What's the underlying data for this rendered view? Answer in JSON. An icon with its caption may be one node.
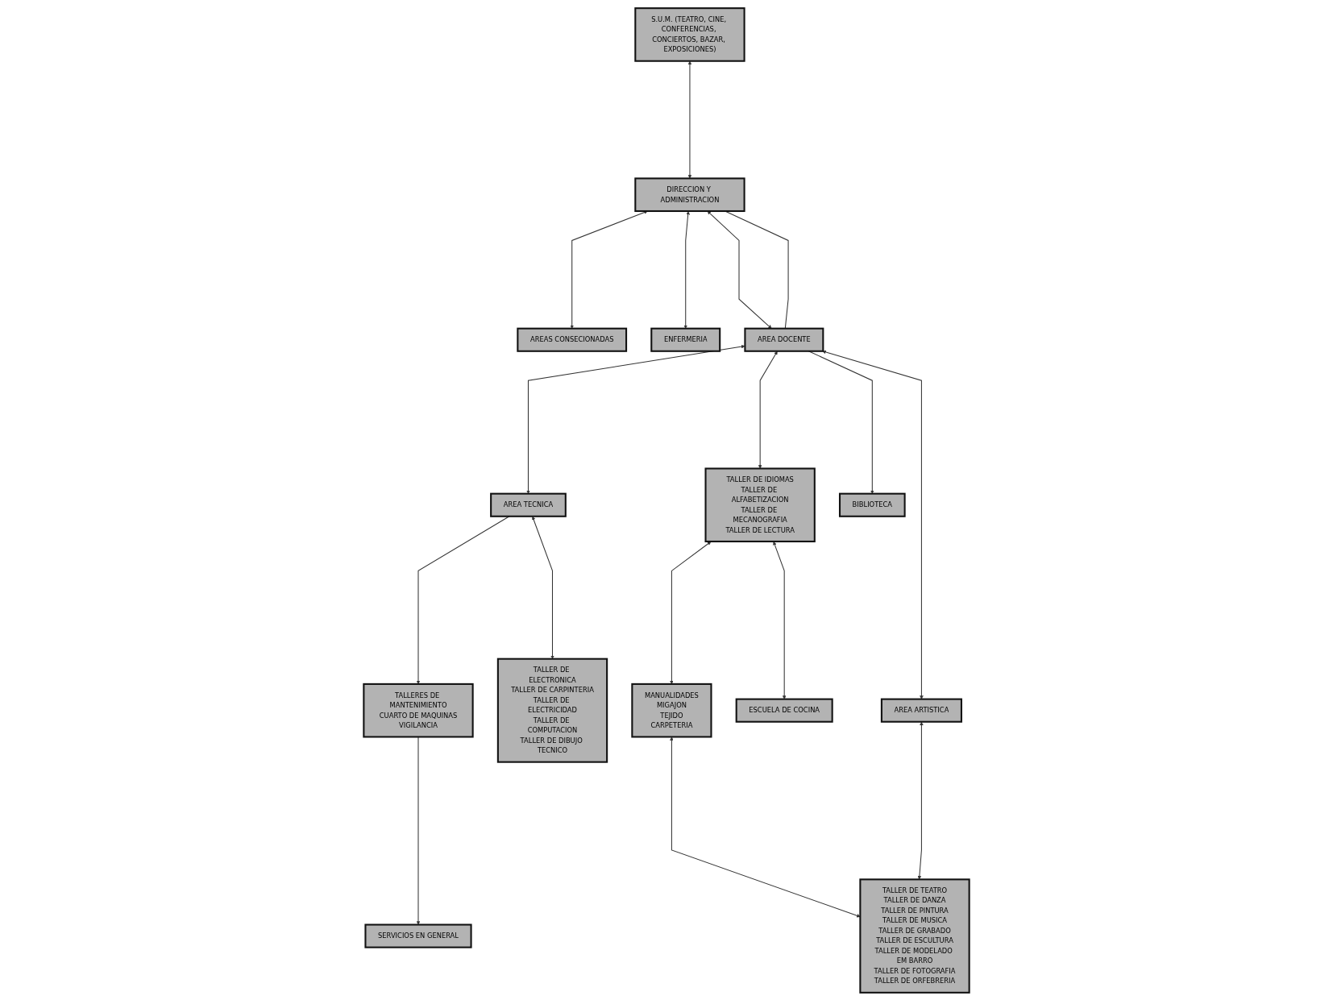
{
  "diagram": {
    "nodes": [
      {
        "text": [
          "S.U.M. (TEATRO, CINE, CONFERENCIAS, CONCIERTOS, BAZAR, EXPOSICIONES)"
        ]
      },
      {
        "text": [
          "DIRECCION Y ADMINISTRACION"
        ]
      },
      {
        "text": [
          "AREAS CONSECIONADAS"
        ]
      },
      {
        "text": [
          "ENFERMERIA"
        ]
      },
      {
        "text": [
          "AREA TECNICA"
        ]
      },
      {
        "text": [
          "AREA DOCENTE"
        ]
      },
      {
        "text": [
          "AREA ARTISTICA"
        ]
      },
      {
        "text": [
          "TALLER DE ELECTRONICA",
          "TALLER DE CARPINTERIA",
          "TALLER DE ELECTRICIDAD",
          "TALLER DE COMPUTACION",
          "TALLER DE DIBUJO TECNICO"
        ]
      },
      {
        "text": [
          "TALLER DE IDIOMAS",
          "TALLER DE ALFABETIZACION",
          "TALLER DE MECANOGRAFIA",
          "TALLER DE LECTURA"
        ]
      },
      {
        "text": [
          "MANUALIDADES",
          "MIGAJON",
          "TEJIDO",
          "CARPETERIA"
        ]
      },
      {
        "text": [
          "TALLER DE TEATRO",
          "TALLER DE DANZA",
          "TALLER DE PINTURA",
          "TALLER DE MUSICA",
          "TALLER DE GRABADO",
          "TALLER DE ESCULTURA",
          "TALLER DE MODELADO EM BARRO",
          "TALLER DE FOTOGRAFIA",
          "TALLER DE ORFEBRERIA"
        ]
      },
      {
        "text": [
          "ESCUELA DE COCINA"
        ]
      },
      {
        "text": [
          "BIBLIOTECA"
        ]
      },
      {
        "text": [
          "TALLERES DE MANTENIMIENTO",
          "CUARTO DE MAQUINAS",
          "VIGILANCIA"
        ]
      },
      {
        "text": [
          "SERVICIOS EN GENERAL"
        ]
      }
    ],
    "edges": [
      {
        "from": 0,
        "to": 1,
        "arrow": "both"
      },
      {
        "from": 1,
        "to": 2,
        "arrow": "both"
      },
      {
        "from": 1,
        "to": 5,
        "arrow": "both"
      },
      {
        "from": 1,
        "to": 5,
        "arrow": "none"
      },
      {
        "from": 5,
        "to": 4,
        "arrow": "both"
      },
      {
        "from": 5,
        "to": 6,
        "arrow": "both"
      },
      {
        "from": 4,
        "to": 7,
        "arrow": "both"
      },
      {
        "from": 4,
        "to": 13,
        "arrow": "to"
      },
      {
        "from": 5,
        "to": 12,
        "arrow": "to"
      },
      {
        "from": 5,
        "to": 8,
        "arrow": "both"
      },
      {
        "from": 8,
        "to": 9,
        "arrow": "both"
      },
      {
        "from": 9,
        "to": 10,
        "arrow": "both"
      },
      {
        "from": 6,
        "to": 10,
        "arrow": "both"
      },
      {
        "from": 8,
        "to": 11,
        "arrow": "both"
      },
      {
        "from": 13,
        "to": 14,
        "arrow": "to"
      },
      {
        "from": 1,
        "to": 3,
        "arrow": "both"
      }
    ]
  }
}
